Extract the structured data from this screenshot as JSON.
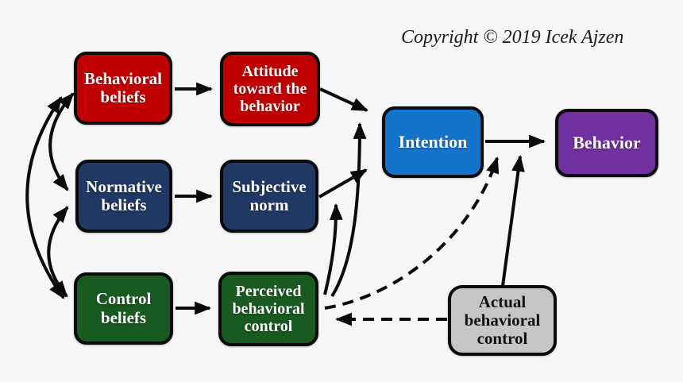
{
  "copyright": "Copyright © 2019 Icek Ajzen",
  "nodes": {
    "behavioral_beliefs": {
      "label": "Behavioral beliefs",
      "color": "#C00000",
      "text_color": "#FFFFFF"
    },
    "attitude": {
      "label": "Attitude toward the behavior",
      "color": "#C00000",
      "text_color": "#FFFFFF"
    },
    "normative_beliefs": {
      "label": "Normative beliefs",
      "color": "#1F3864",
      "text_color": "#FFFFFF"
    },
    "subjective_norm": {
      "label": "Subjective norm",
      "color": "#1F3864",
      "text_color": "#FFFFFF"
    },
    "control_beliefs": {
      "label": "Control beliefs",
      "color": "#185A20",
      "text_color": "#FFFFFF"
    },
    "perceived_behavioral_control": {
      "label": "Perceived behavioral control",
      "color": "#185A20",
      "text_color": "#FFFFFF"
    },
    "intention": {
      "label": "Intention",
      "color": "#1474C9",
      "text_color": "#FFFFFF"
    },
    "behavior": {
      "label": "Behavior",
      "color": "#7030A0",
      "text_color": "#FFFFFF"
    },
    "actual_behavioral_control": {
      "label": "Actual behavioral control",
      "color": "#C6C6C6",
      "text_color": "#111111"
    }
  },
  "edges": [
    {
      "from": "behavioral_beliefs",
      "to": "attitude",
      "style": "solid"
    },
    {
      "from": "normative_beliefs",
      "to": "subjective_norm",
      "style": "solid"
    },
    {
      "from": "control_beliefs",
      "to": "perceived_behavioral_control",
      "style": "solid"
    },
    {
      "from": "attitude",
      "to": "intention",
      "style": "solid"
    },
    {
      "from": "subjective_norm",
      "to": "intention",
      "style": "solid"
    },
    {
      "from": "perceived_behavioral_control",
      "to": "subjective_norm_intention_arrow",
      "style": "solid-curved"
    },
    {
      "from": "perceived_behavioral_control",
      "to": "attitude_intention_arrow",
      "style": "solid-curved"
    },
    {
      "from": "intention",
      "to": "behavior",
      "style": "solid"
    },
    {
      "from": "actual_behavioral_control",
      "to": "intention_behavior_arrow",
      "style": "solid"
    },
    {
      "from": "actual_behavioral_control",
      "to": "perceived_behavioral_control",
      "style": "dashed"
    },
    {
      "from": "perceived_behavioral_control",
      "to": "intention_behavior_arrow",
      "style": "dashed-curved"
    },
    {
      "from": "behavioral_beliefs",
      "to": "normative_beliefs",
      "style": "double-headed-curved"
    },
    {
      "from": "normative_beliefs",
      "to": "control_beliefs",
      "style": "double-headed-curved"
    },
    {
      "from": "behavioral_beliefs",
      "to": "control_beliefs",
      "style": "double-headed-curved"
    }
  ],
  "edge_color": "#0b0b0b",
  "background_color": "#F6F6F6"
}
